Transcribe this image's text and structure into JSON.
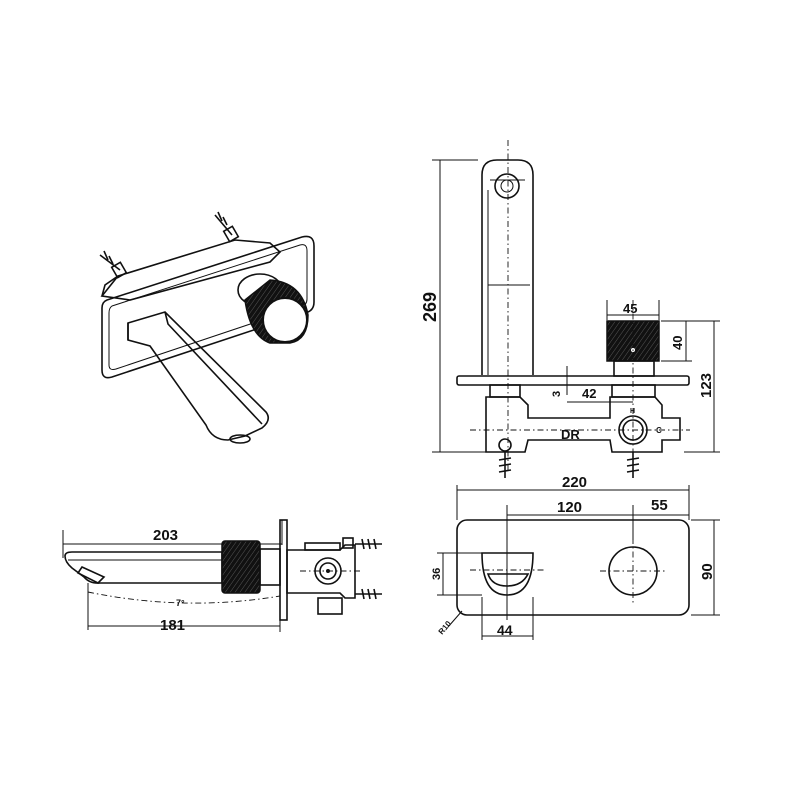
{
  "views": {
    "side": {
      "dim_top": "203",
      "dim_bottom": "181",
      "angle": "7°"
    },
    "front": {
      "dim_height_total": "269",
      "dim_handle_width": "45",
      "dim_handle_height": "40",
      "dim_body_height": "123",
      "dim_plate_thickness": "3",
      "dim_offset": "42",
      "label_dr": "DR",
      "label_h": "H",
      "label_c": "C"
    },
    "plan": {
      "dim_plate_width": "220",
      "dim_centers": "120",
      "dim_edge": "55",
      "dim_plate_height": "90",
      "dim_spout": "36",
      "dim_spout_width": "44",
      "dim_radius": "R10"
    }
  },
  "colors": {
    "line": "#111111",
    "fill_dark": "#111111",
    "background": "#ffffff"
  }
}
